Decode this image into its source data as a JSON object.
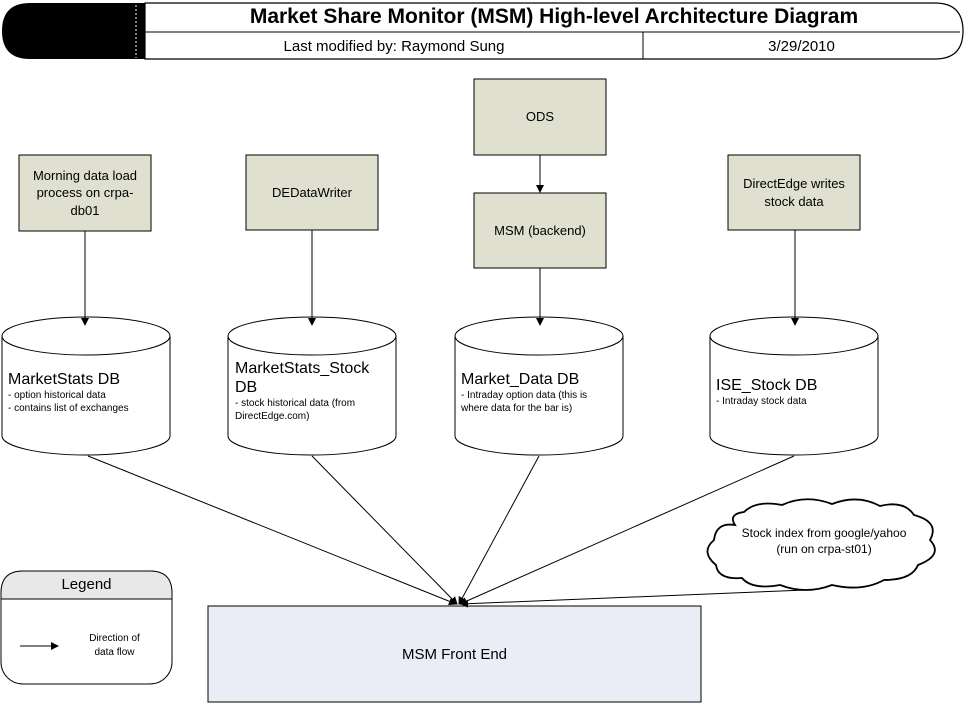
{
  "header": {
    "title": "Market Share Monitor (MSM) High-level Architecture Diagram",
    "modified_by": "Last modified by: Raymond Sung",
    "date": "3/29/2010"
  },
  "processes": {
    "morning_load": "Morning data load process on crpa-db01",
    "dedatawriter": "DEDataWriter",
    "ods": "ODS",
    "msm_backend": "MSM (backend)",
    "directedge_writes": "DirectEdge writes stock data"
  },
  "databases": {
    "marketstats": {
      "title": "MarketStats DB",
      "desc_1": "- option historical data",
      "desc_2": "- contains list of exchanges"
    },
    "marketstats_stock": {
      "title_1": "MarketStats_Stock",
      "title_2": "DB",
      "desc_1": "- stock historical data (from",
      "desc_2": "DirectEdge.com)"
    },
    "market_data": {
      "title": "Market_Data DB",
      "desc_1": "- Intraday option data (this is",
      "desc_2": "where data for the bar is)"
    },
    "ise_stock": {
      "title": "ISE_Stock DB",
      "desc_1": "- Intraday stock data"
    }
  },
  "cloud": {
    "line_1": "Stock index from google/yahoo",
    "line_2": "(run on crpa-st01)"
  },
  "front_end": {
    "label": "MSM Front End"
  },
  "legend": {
    "title": "Legend",
    "desc_1": "Direction of",
    "desc_2": "data flow"
  },
  "colors": {
    "process_fill": "#dfe0cf",
    "front_end_fill": "#eaedf5",
    "legend_header_fill": "#e8e8e8",
    "header_black": "#000000"
  }
}
